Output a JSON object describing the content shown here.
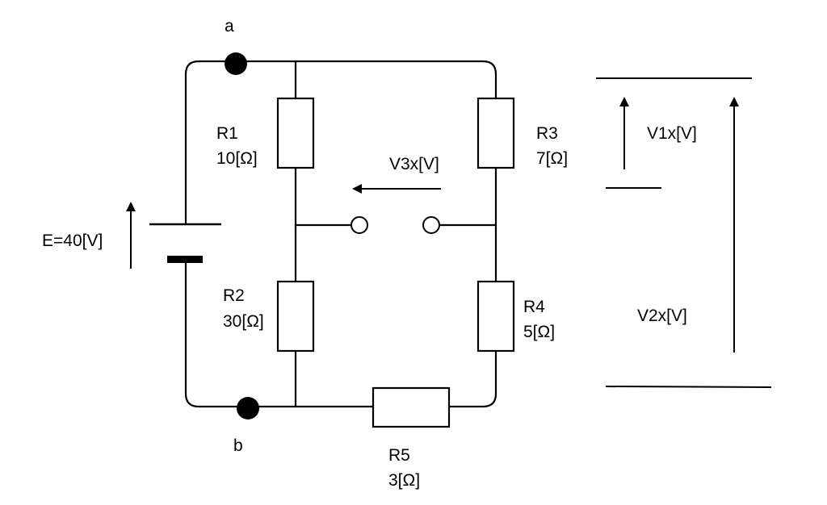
{
  "nodes": {
    "a": "a",
    "b": "b"
  },
  "source": {
    "label": "E=40[V]"
  },
  "resistors": {
    "r1": {
      "name": "R1",
      "value": "10[Ω]"
    },
    "r2": {
      "name": "R2",
      "value": "30[Ω]"
    },
    "r3": {
      "name": "R3",
      "value": "7[Ω]"
    },
    "r4": {
      "name": "R4",
      "value": "5[Ω]"
    },
    "r5": {
      "name": "R5",
      "value": "3[Ω]"
    }
  },
  "voltages": {
    "v1": "V1x[V]",
    "v2": "V2x[V]",
    "v3": "V3x[V]"
  }
}
